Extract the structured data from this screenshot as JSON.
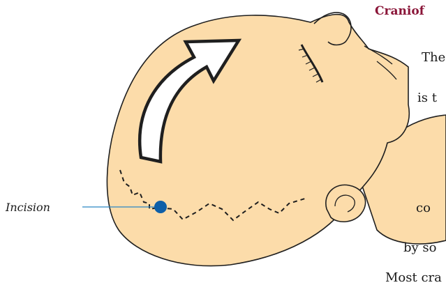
{
  "heading": "Craniof",
  "body_lines": [
    "The",
    "is t",
    "co",
    "by so",
    "Most cra"
  ],
  "illustration": {
    "label": "Incision",
    "colors": {
      "skin": "#fcdcaa",
      "outline": "#1f1f1f",
      "heading": "#8a1538",
      "callout": "#2a86c4",
      "marker": "#0e5fa8"
    }
  }
}
